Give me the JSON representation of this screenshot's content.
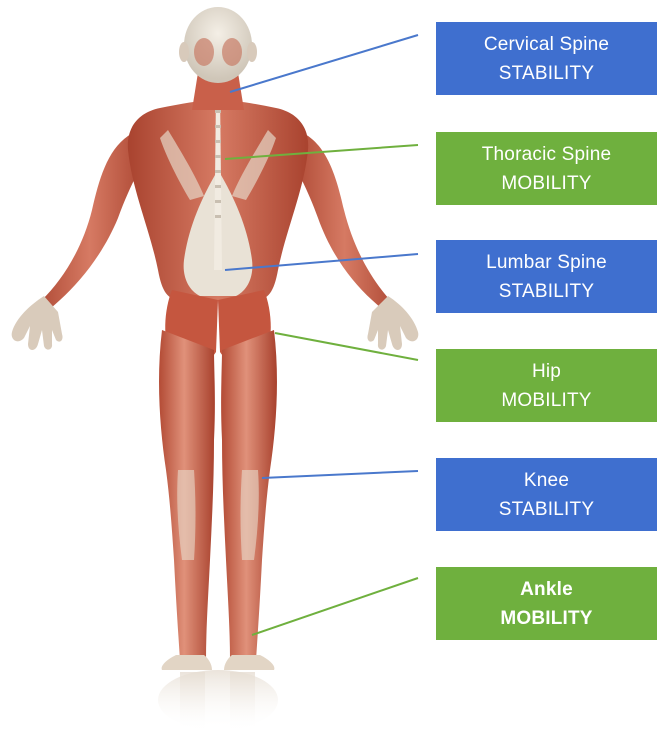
{
  "colors": {
    "stability": "#3f6fcf",
    "mobility": "#6fb03e",
    "muscle": "#c8654f",
    "tendon": "#e9e2d6"
  },
  "figure": {
    "icon": "human-muscle-anatomy-back-view"
  },
  "labels": [
    {
      "id": "cervical",
      "name": "Cervical Spine",
      "type": "STABILITY",
      "kind": "stability"
    },
    {
      "id": "thoracic",
      "name": "Thoracic Spine",
      "type": "MOBILITY",
      "kind": "mobility"
    },
    {
      "id": "lumbar",
      "name": "Lumbar Spine",
      "type": "STABILITY",
      "kind": "stability"
    },
    {
      "id": "hip",
      "name": "Hip",
      "type": "MOBILITY",
      "kind": "mobility"
    },
    {
      "id": "knee",
      "name": "Knee",
      "type": "STABILITY",
      "kind": "stability"
    },
    {
      "id": "ankle",
      "name": "Ankle",
      "type": "MOBILITY",
      "kind": "mobility"
    }
  ]
}
